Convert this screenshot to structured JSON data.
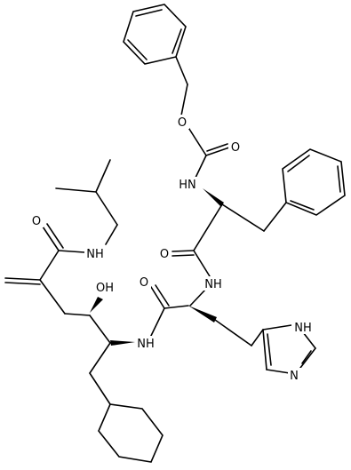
{
  "molecule": {
    "atom_labels": {
      "ester_o": "O",
      "carbonyl_o_top": "O",
      "nh_carbamate": "HN",
      "amide_o_middle": "O",
      "nh_middle": "NH",
      "amide_o_left": "O",
      "amide_nh_left": "NH",
      "hydroxyl": "OH",
      "amide_o_his": "O",
      "nh_his": "NH",
      "imidazole_nh": "NH",
      "imidazole_n": "N"
    },
    "fragments": [
      "benzyl-icon",
      "carbamate-icon",
      "phenylalanine-icon",
      "histidine-icon",
      "imidazole-icon",
      "isobutyl-amide-icon",
      "methylene-icon",
      "cyclohexyl-icon"
    ]
  }
}
